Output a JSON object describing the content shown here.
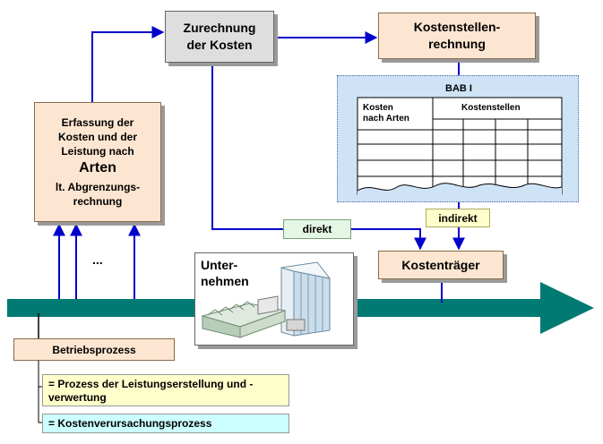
{
  "nodes": {
    "zurechnung": {
      "line1": "Zurechnung",
      "line2": "der Kosten"
    },
    "kostenstellenrechnung": {
      "line1": "Kostenstellen-",
      "line2": "rechnung"
    },
    "erfassung": {
      "line1": "Erfassung der",
      "line2": "Kosten und der",
      "line3": "Leistung nach",
      "line4": "Arten",
      "line5": "lt. Abgrenzungs-",
      "line6": "rechnung"
    },
    "kostentraeger": {
      "label": "Kostenträger"
    },
    "unternehmen": {
      "line1": "Unter-",
      "line2": "nehmen"
    },
    "betriebsprozess": {
      "label": "Betriebsprozess"
    }
  },
  "bab": {
    "title": "BAB I",
    "col1_line1": "Kosten",
    "col1_line2": "nach Arten",
    "col2": "Kostenstellen"
  },
  "edges": {
    "direkt": "direkt",
    "indirekt": "indirekt",
    "ellipsis": "..."
  },
  "notes": {
    "leistung_line1": "= Prozess der Leistungserstellung und -",
    "leistung_line2": "verwertung",
    "kosten": "= Kostenverursachungsprozess"
  },
  "colors": {
    "flow_arrow": "#007a73",
    "connector": "#0000cc",
    "box_peach": "#fde6d1",
    "box_grey": "#dedede",
    "bab_panel": "#cfe3f6",
    "tag_green": "#e4f6e4",
    "note_yellow": "#ffffcc",
    "note_cyan": "#ccffff"
  }
}
